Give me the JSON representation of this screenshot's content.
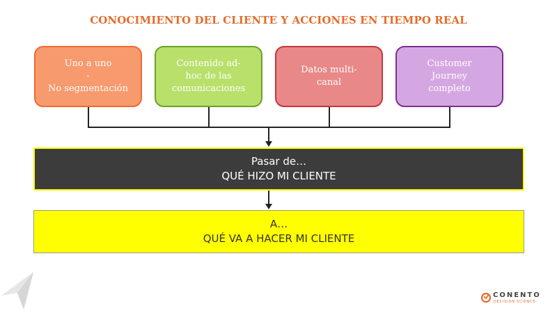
{
  "title": "CONOCIMIENTO DEL CLIENTE Y ACCIONES EN TIEMPO REAL",
  "boxes": [
    {
      "text": "Uno a uno\n-\nNo segmentación"
    },
    {
      "text": "Contenido ad-\nhoc de las\ncomunicaciones"
    },
    {
      "text": "Datos multi-\ncanal"
    },
    {
      "text": "Customer\nJourney\ncompleto"
    }
  ],
  "band_1": {
    "line1": "Pasar de…",
    "line2": "QUÉ HIZO MI CLIENTE"
  },
  "band_2": {
    "line1": "A…",
    "line2": "QUÉ VA A HACER MI CLIENTE"
  },
  "brand": {
    "name": "CONENTO",
    "tagline": "DECISION SCIENCE",
    "accent": "#e46c2a"
  }
}
